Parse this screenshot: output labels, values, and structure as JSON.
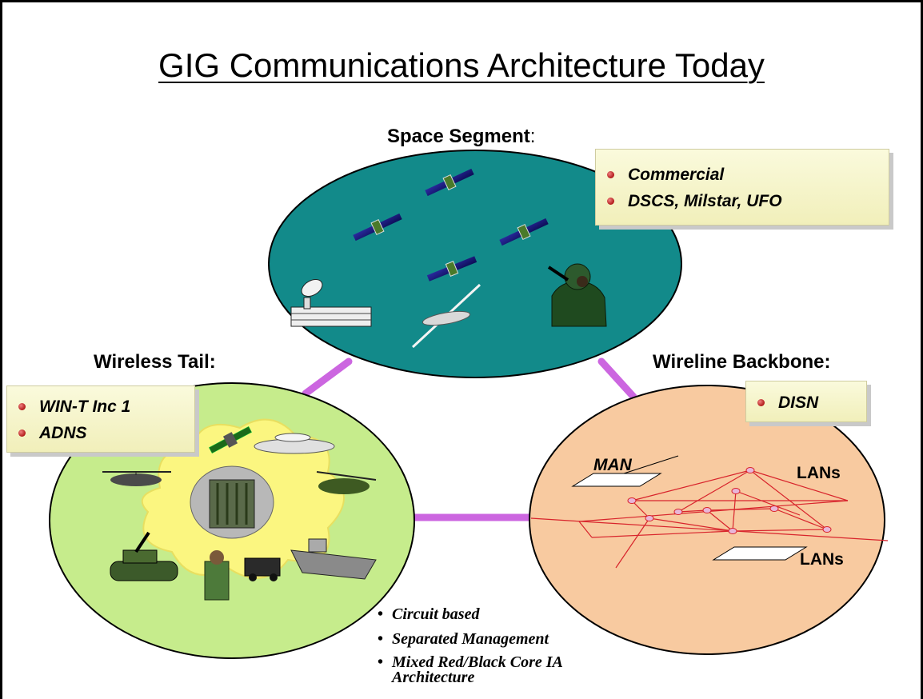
{
  "title": "GIG Communications Architecture Today",
  "segments": {
    "space": {
      "label": "Space Segment",
      "colon": ":",
      "items": [
        "Commercial",
        "DSCS, Milstar, UFO"
      ],
      "color": "#128a8a"
    },
    "wireless": {
      "label": "Wireless Tail:",
      "items": [
        "WIN-T Inc 1",
        "ADNS"
      ],
      "color": "#c6ec8c"
    },
    "wireline": {
      "label": "Wireline Backbone:",
      "items": [
        "DISN"
      ],
      "color": "#f8caa0",
      "labels": {
        "man": "MAN",
        "lans_top": "LANs",
        "lans_bottom": "LANs"
      }
    }
  },
  "properties": [
    "Circuit based",
    "Separated Management",
    "Mixed Red/Black Core IA Architecture"
  ],
  "link_color": "#cc66e0",
  "network_color": "#d8242c",
  "icons": [
    "satellite-icon",
    "ground-station-icon",
    "uav-icon",
    "soldier-icon",
    "helicopter-icon",
    "aircraft-icon",
    "tank-icon",
    "humvee-icon",
    "ship-icon",
    "radio-terminal-icon"
  ]
}
